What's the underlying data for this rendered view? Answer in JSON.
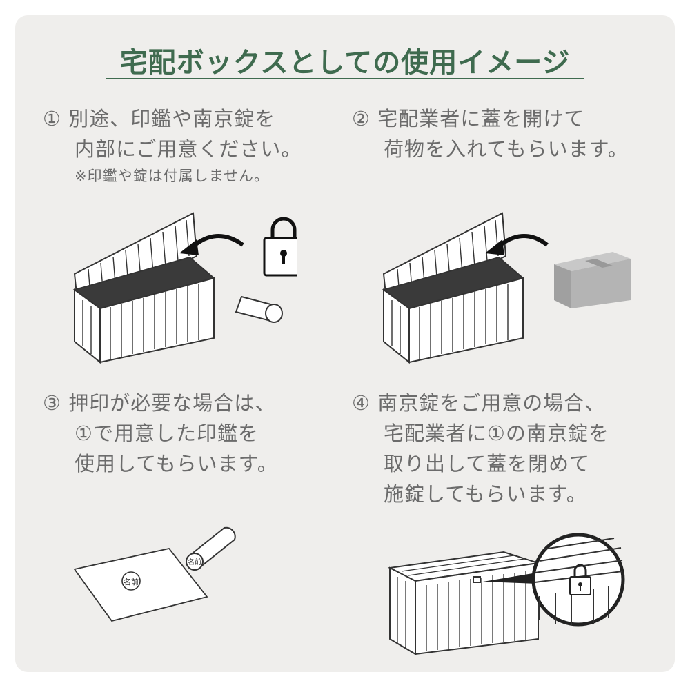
{
  "title": "宅配ボックスとしての使用イメージ",
  "steps": [
    {
      "num": "①",
      "lines": [
        "別途、印鑑や南京錠を",
        "内部にご用意ください。"
      ],
      "note": "※印鑑や錠は付属しません。"
    },
    {
      "num": "②",
      "lines": [
        "宅配業者に蓋を開けて",
        "荷物を入れてもらいます。"
      ]
    },
    {
      "num": "③",
      "lines": [
        "押印が必要な場合は、",
        "①で用意した印鑑を",
        "使用してもらいます。"
      ]
    },
    {
      "num": "④",
      "lines": [
        "南京錠をご用意の場合、",
        "宅配業者に①の南京錠を",
        "取り出して蓋を閉めて",
        "施錠してもらいます。"
      ]
    }
  ],
  "seal_text": "名前",
  "colors": {
    "accent": "#3f6b4f",
    "text": "#6b6b6b",
    "panel": "#efeeec"
  },
  "icons": [
    "open-storage-box-icon",
    "curved-arrow-icon",
    "padlock-icon",
    "seal-stamp-icon",
    "parcel-box-icon",
    "paper-sheet-icon",
    "closed-storage-box-icon",
    "zoom-lens-icon"
  ]
}
